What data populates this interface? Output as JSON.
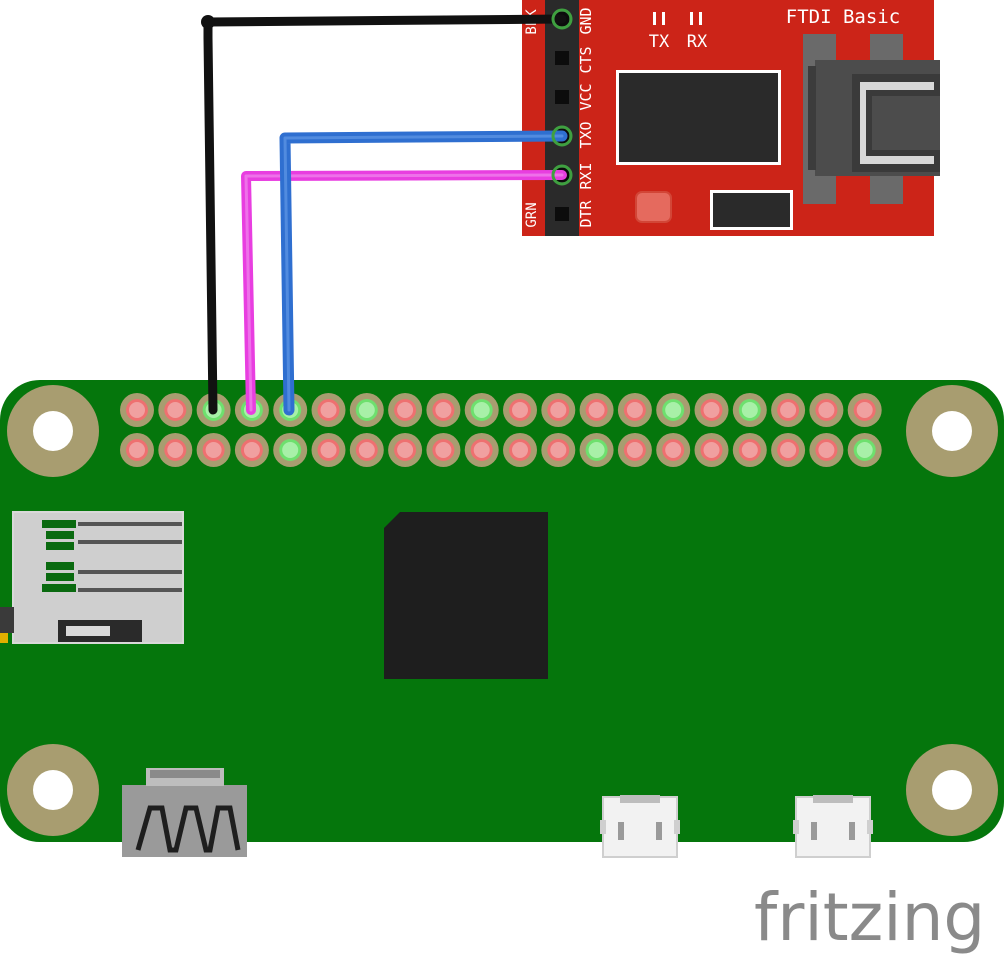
{
  "ftdi": {
    "title": "FTDI Basic",
    "led_tx": "TX",
    "led_rx": "RX",
    "pin_labels": [
      "GND",
      "CTS",
      "VCC",
      "TXO",
      "RXI",
      "DTR"
    ],
    "side_label_top": "BLK",
    "side_label_bottom": "GRN",
    "board_color": "#cc2418"
  },
  "pi": {
    "board_color": "#05760c",
    "header_rows": [
      [
        "red",
        "red",
        "green",
        "green",
        "green",
        "red",
        "green",
        "red",
        "red",
        "green",
        "red",
        "red",
        "red",
        "red",
        "green",
        "red",
        "green",
        "red",
        "red",
        "red"
      ],
      [
        "red",
        "red",
        "red",
        "red",
        "green",
        "red",
        "red",
        "red",
        "red",
        "red",
        "red",
        "red",
        "green",
        "red",
        "red",
        "red",
        "red",
        "red",
        "red",
        "green"
      ]
    ],
    "ports": [
      "mini-hdmi",
      "micro-usb-data",
      "micro-usb-power"
    ]
  },
  "wires": [
    {
      "name": "gnd-wire",
      "color": "#111111",
      "from_pin": "GND",
      "to_header": "row0-col2"
    },
    {
      "name": "txo-wire",
      "color": "#2f6fd0",
      "from_pin": "TXO",
      "to_header": "row0-col4"
    },
    {
      "name": "rxi-wire",
      "color": "#e83ee0",
      "from_pin": "RXI",
      "to_header": "row0-col3"
    }
  ],
  "footer": {
    "brand": "fritzing",
    "brand_color": "#8a8a8a"
  }
}
